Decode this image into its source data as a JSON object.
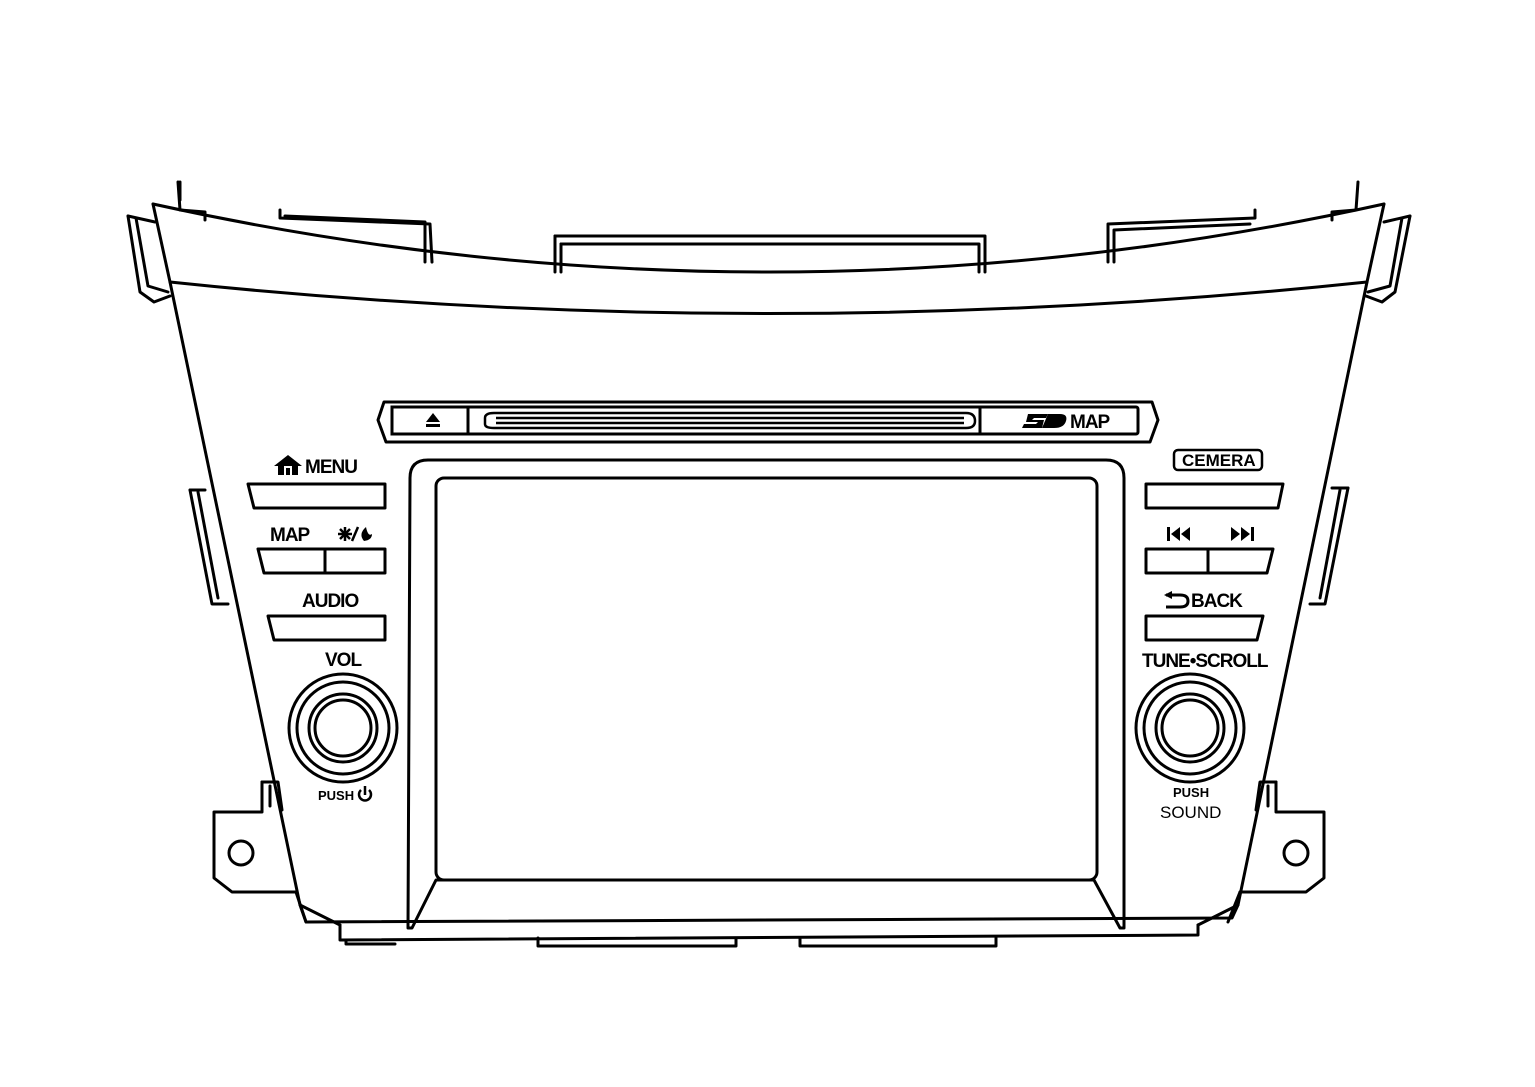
{
  "labels": {
    "menu": "MENU",
    "map": "MAP",
    "audio": "AUDIO",
    "vol": "VOL",
    "push_power": "PUSH",
    "camera": "CEMERA",
    "back": "BACK",
    "tune_scroll": "TUNE•SCROLL",
    "push_sound_top": "PUSH",
    "push_sound_bottom": "SOUND",
    "sd_map": "MAP"
  },
  "icons": {
    "home": "home-icon",
    "eject": "eject-icon",
    "day_night": "day-night-icon",
    "prev_track": "previous-track-icon",
    "next_track": "next-track-icon",
    "back_arrow": "back-arrow-icon",
    "power": "power-icon",
    "sd_logo": "sd-card-logo"
  },
  "colors": {
    "line": "#000000",
    "background": "#ffffff"
  }
}
